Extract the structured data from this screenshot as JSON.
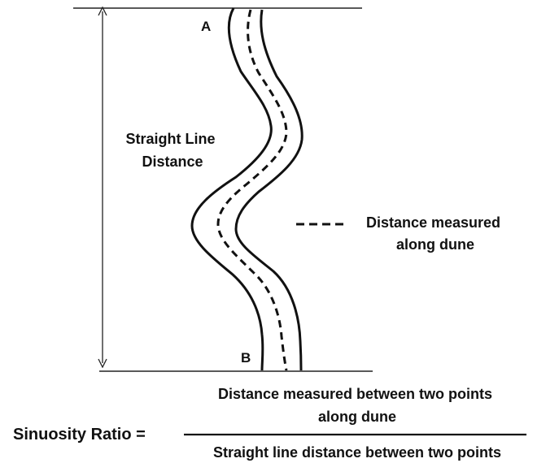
{
  "labels": {
    "point_a": "A",
    "point_b": "B",
    "straight_line": [
      "Straight Line",
      "Distance"
    ],
    "dune_legend": [
      "Distance measured",
      "along dune"
    ]
  },
  "formula": {
    "lhs": "Sinuosity Ratio =",
    "numerator": [
      "Distance measured between two points",
      "along dune"
    ],
    "denominator": "Straight line distance between two points"
  },
  "colors": {
    "ink": "#111111",
    "background": "#ffffff"
  }
}
